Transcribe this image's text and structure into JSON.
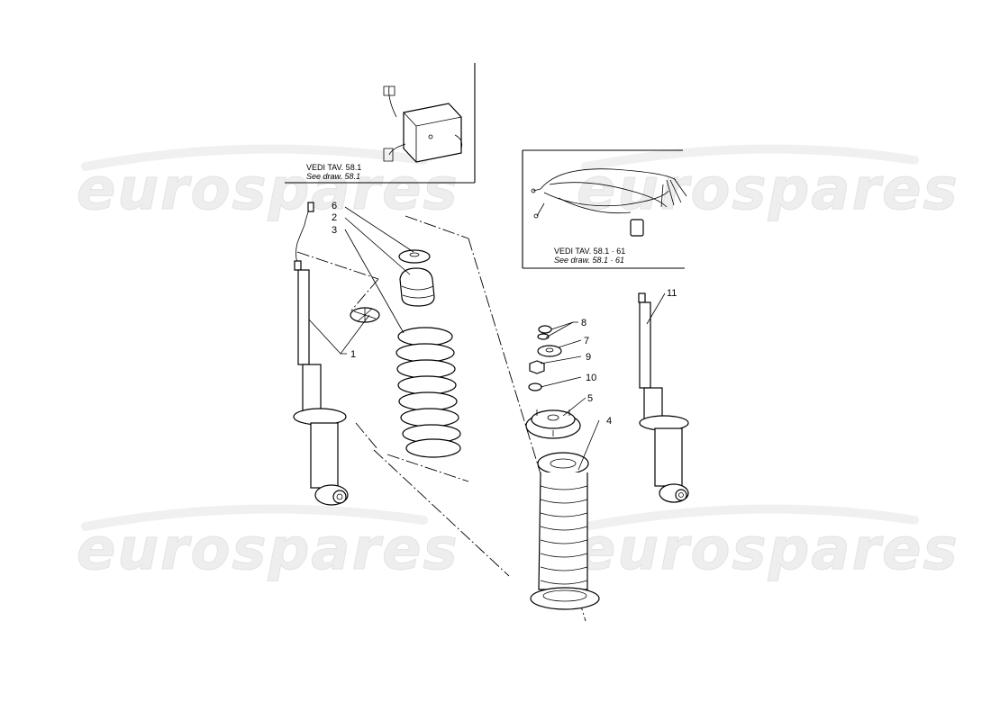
{
  "watermark": {
    "text": "eurospares"
  },
  "callouts": {
    "ecu": {
      "line1": "VEDI TAV. 58.1",
      "line2": "See draw. 58.1"
    },
    "harness": {
      "line1": "VEDI TAV. 58.1 · 61",
      "line2": "See draw. 58.1 · 61"
    }
  },
  "part_numbers": {
    "p1": "1",
    "p2": "2",
    "p3": "3",
    "p4": "4",
    "p5": "5",
    "p6": "6",
    "p7": "7",
    "p8": "8",
    "p9": "9",
    "p10": "10",
    "p11": "11"
  },
  "icons": {
    "ecu": "control-unit-icon",
    "harness": "wiring-harness-icon",
    "shock_absorber": "shock-absorber-icon",
    "coil_spring": "coil-spring-icon",
    "bump_stop": "bump-stop-icon",
    "top_mount": "top-mount-icon",
    "boot": "dust-boot-icon"
  }
}
